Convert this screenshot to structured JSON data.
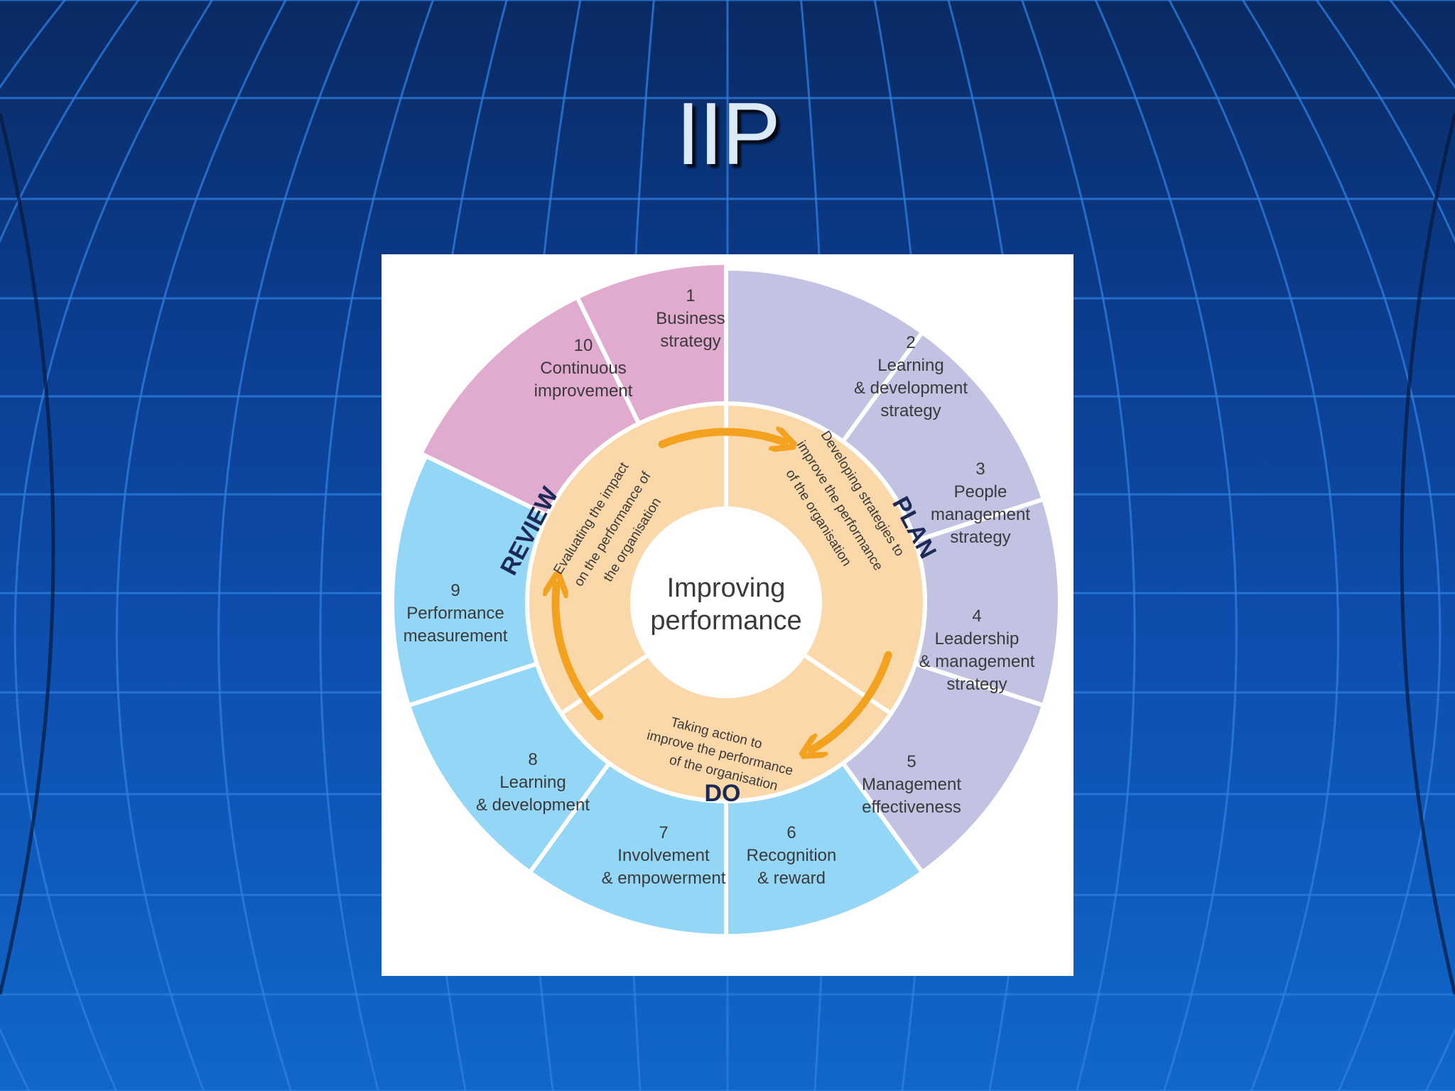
{
  "slide": {
    "title": "IIP"
  },
  "diagram": {
    "center": [
      "Improving",
      "performance"
    ],
    "phases": [
      {
        "id": "plan",
        "title": "PLAN",
        "description": [
          "Developing strategies to",
          "improve the performance",
          "of the organisation"
        ],
        "color": "#9d9fd0"
      },
      {
        "id": "do",
        "title": "DO",
        "description": [
          "Taking action to",
          "improve the performance",
          "of the organisation"
        ],
        "color": "#8fd4f3"
      },
      {
        "id": "review",
        "title": "REVIEW",
        "description": [
          "Evaluating the impact",
          "on the performance of",
          "the organisation"
        ],
        "color": "#e2a9cf"
      }
    ],
    "segments": [
      {
        "number": "1",
        "lines": [
          "Business",
          "strategy"
        ],
        "phase": "plan"
      },
      {
        "number": "2",
        "lines": [
          "Learning",
          "& development",
          "strategy"
        ],
        "phase": "plan"
      },
      {
        "number": "3",
        "lines": [
          "People",
          "management",
          "strategy"
        ],
        "phase": "plan"
      },
      {
        "number": "4",
        "lines": [
          "Leadership",
          "& management",
          "strategy"
        ],
        "phase": "plan"
      },
      {
        "number": "5",
        "lines": [
          "Management",
          "effectiveness"
        ],
        "phase": "do"
      },
      {
        "number": "6",
        "lines": [
          "Recognition",
          "& reward"
        ],
        "phase": "do"
      },
      {
        "number": "7",
        "lines": [
          "Involvement",
          "& empowerment"
        ],
        "phase": "do"
      },
      {
        "number": "8",
        "lines": [
          "Learning",
          "& development"
        ],
        "phase": "do"
      },
      {
        "number": "9",
        "lines": [
          "Performance",
          "measurement"
        ],
        "phase": "review"
      },
      {
        "number": "10",
        "lines": [
          "Continuous",
          "improvement"
        ],
        "phase": "review"
      }
    ],
    "colors": {
      "plan_segment": "#c2c3e3",
      "do_segment": "#93d6f5",
      "review_segment": "#e1abcf",
      "inner_ring": "#fbd8a9",
      "arrow": "#f3a21f",
      "phase_title": "#1d2a55"
    }
  }
}
